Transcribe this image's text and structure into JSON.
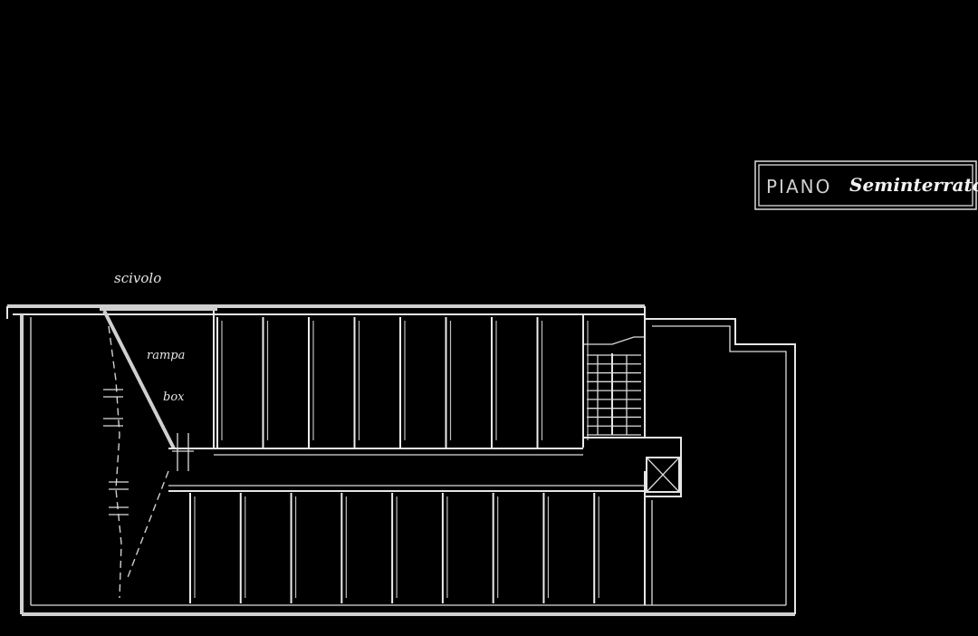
{
  "title_block": {
    "prefix": "PIANO",
    "handwritten": "Seminterrato"
  },
  "labels": {
    "entrance": "scivolo",
    "ramp_top": "rampa",
    "ramp_bottom": "box"
  },
  "upper_stall_count": 8,
  "lower_stall_count": 9,
  "stair_steps": 9
}
